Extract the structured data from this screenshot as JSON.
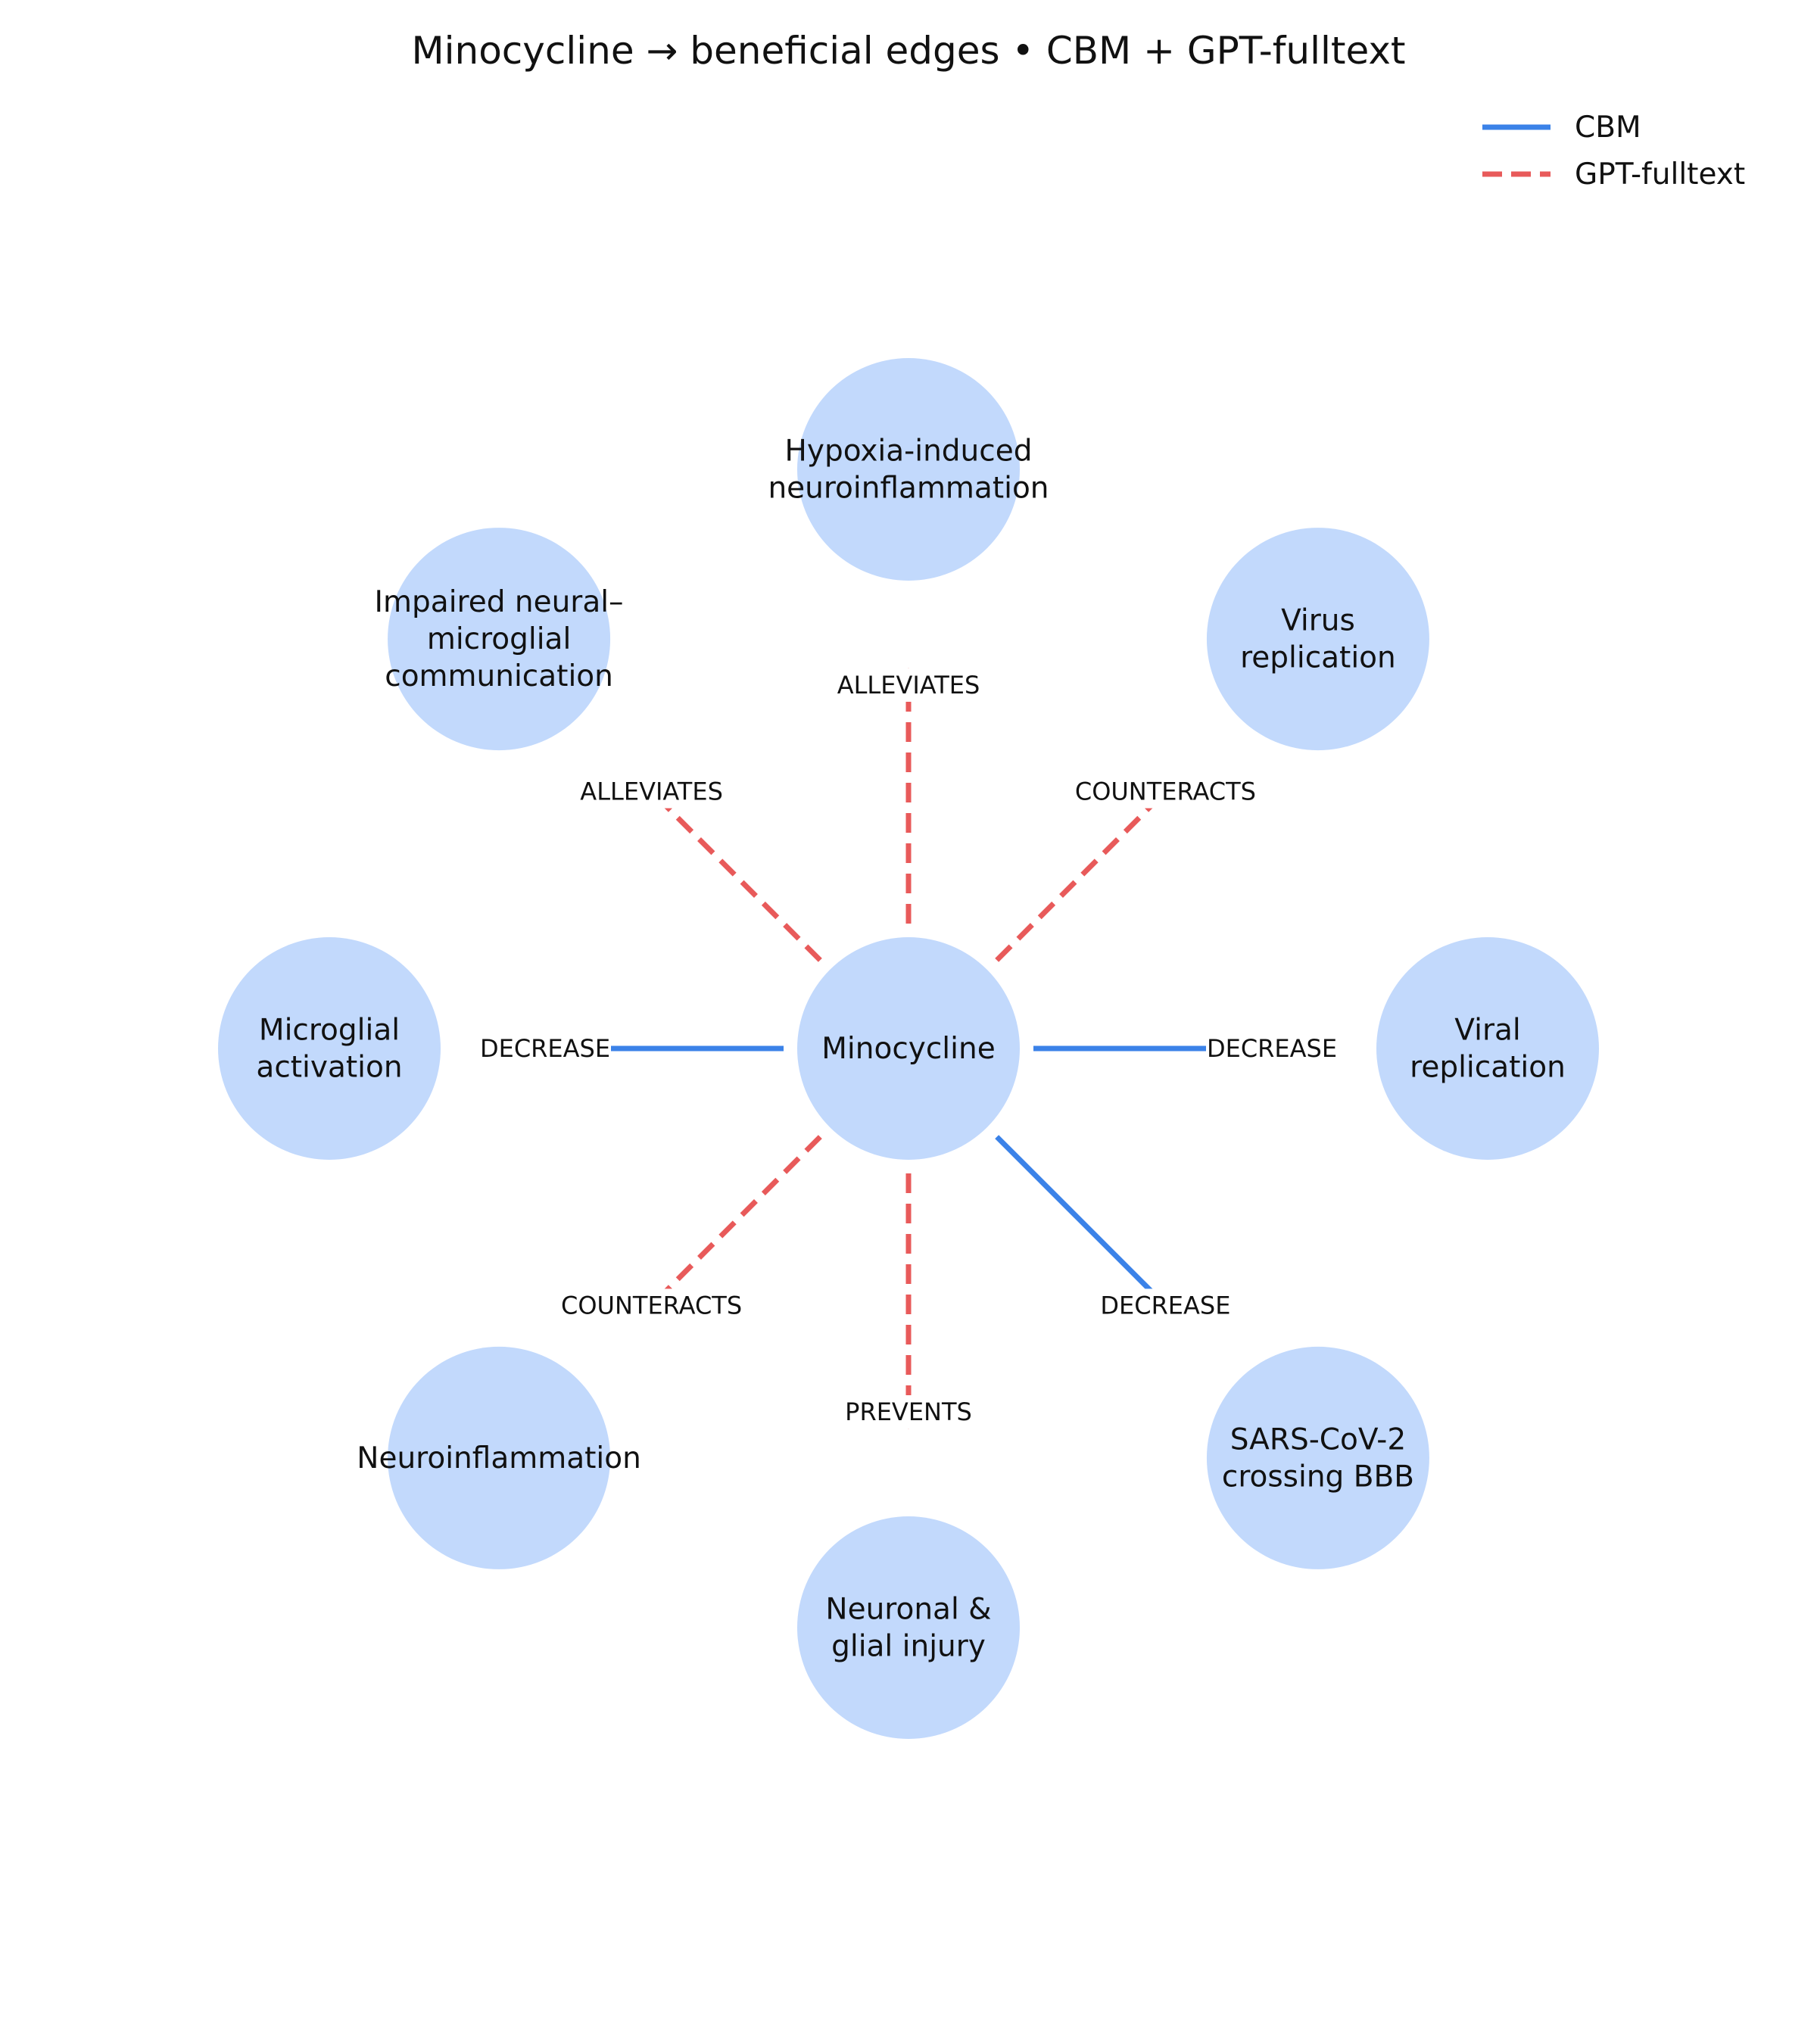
{
  "title": "Minocycline → beneficial edges • CBM + GPT-fulltext",
  "legend": [
    {
      "key": "cbm",
      "label": "CBM",
      "color": "#3b82e8",
      "style": "solid"
    },
    {
      "key": "gpt",
      "label": "GPT-fulltext",
      "color": "#e85a5a",
      "style": "dashed"
    }
  ],
  "colors": {
    "node_fill": "#c2d9fc",
    "cbm": "#3b82e8",
    "gpt": "#e85a5a"
  },
  "center": {
    "id": "minocycline",
    "lines": [
      "Minocycline"
    ]
  },
  "nodes": [
    {
      "id": "hypoxia",
      "lines": [
        "Hypoxia-induced",
        "neuroinflammation"
      ]
    },
    {
      "id": "virus-replication",
      "lines": [
        "Virus",
        "replication"
      ]
    },
    {
      "id": "viral-replication",
      "lines": [
        "Viral",
        "replication"
      ]
    },
    {
      "id": "sars-cov-2",
      "lines": [
        "SARS-CoV-2",
        "crossing BBB"
      ]
    },
    {
      "id": "neuronal-glial-injury",
      "lines": [
        "Neuronal &",
        "glial injury"
      ]
    },
    {
      "id": "neuroinflammation",
      "lines": [
        "Neuroinflammation"
      ]
    },
    {
      "id": "microglial-activation",
      "lines": [
        "Microglial",
        "activation"
      ]
    },
    {
      "id": "impaired-communication",
      "lines": [
        "Impaired neural–",
        "microglial",
        "communication"
      ]
    }
  ],
  "edges": [
    {
      "target": "hypoxia",
      "label": "ALLEVIATES",
      "source": "gpt"
    },
    {
      "target": "virus-replication",
      "label": "COUNTERACTS",
      "source": "gpt"
    },
    {
      "target": "viral-replication",
      "label": "DECREASE",
      "source": "cbm"
    },
    {
      "target": "sars-cov-2",
      "label": "DECREASE",
      "source": "cbm"
    },
    {
      "target": "neuronal-glial-injury",
      "label": "PREVENTS",
      "source": "gpt"
    },
    {
      "target": "neuroinflammation",
      "label": "COUNTERACTS",
      "source": "gpt"
    },
    {
      "target": "microglial-activation",
      "label": "DECREASE",
      "source": "cbm"
    },
    {
      "target": "impaired-communication",
      "label": "ALLEVIATES",
      "source": "gpt"
    }
  ]
}
